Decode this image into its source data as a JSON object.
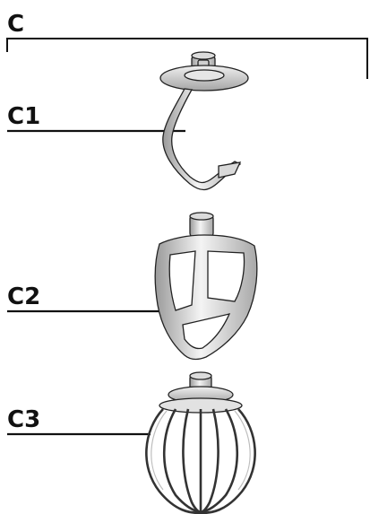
{
  "labels": {
    "group": "C",
    "dough_hook": "C1",
    "flat_beater": "C2",
    "whisk": "C3"
  },
  "colors": {
    "ink": "#111111",
    "metal_light": "#e9e9e9",
    "metal_mid": "#bdbdbd",
    "metal_dark": "#8a8a8a"
  }
}
